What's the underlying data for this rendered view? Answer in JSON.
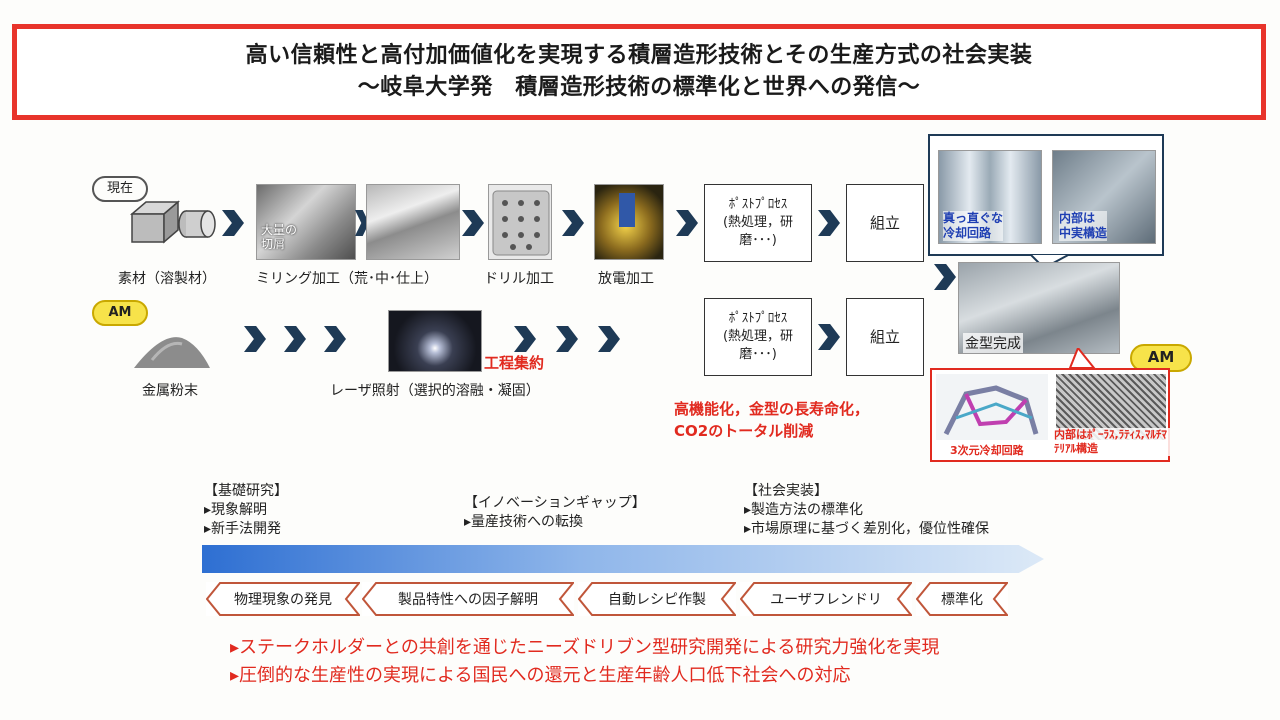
{
  "title": {
    "line1": "高い信頼性と高付加価値化を実現する積層造形技術とその生産方式の社会実装",
    "line2": "～岐阜大学発　積層造形技術の標準化と世界への発信～"
  },
  "current": {
    "badge": "現在",
    "steps": [
      {
        "label": "素材（溶製材）"
      },
      {
        "label": "ミリング加工（荒･中･仕上）",
        "overlay": "大量の\n切屑"
      },
      {
        "label": "ドリル加工"
      },
      {
        "label": "放電加工"
      }
    ],
    "post_process": "ﾎﾟｽﾄﾌﾟﾛｾｽ\n(熱処理，研\n磨･･･)",
    "assembly": "組立"
  },
  "am": {
    "badge": "AM",
    "powder_label": "金属粉末",
    "laser_label": "レーザ照射（選択的溶融・凝固）",
    "process_integration": "工程集約",
    "post_process": "ﾎﾟｽﾄﾌﾟﾛｾｽ\n(熱処理，研\n磨･･･)",
    "assembly": "組立",
    "benefits": "高機能化，金型の長寿命化，\nCO2のトータル削減"
  },
  "mold": {
    "label": "金型完成",
    "callout_current": {
      "left": "真っ直ぐな\n冷却回路",
      "right": "内部は\n中実構造"
    },
    "am_badge": "AM",
    "callout_am": {
      "left": "3次元冷却回路",
      "right": "内部はﾎﾟｰﾗｽ,ﾗﾃｨｽ,ﾏﾙﾁﾏﾃﾘｱﾙ構造"
    }
  },
  "phases": [
    {
      "title": "【基礎研究】",
      "items": [
        "▸現象解明",
        "▸新手法開発"
      ]
    },
    {
      "title": "【イノベーションギャップ】",
      "items": [
        "▸量産技術への転換"
      ]
    },
    {
      "title": "【社会実装】",
      "items": [
        "▸製造方法の標準化",
        "▸市場原理に基づく差別化，優位性確保"
      ]
    }
  ],
  "stages": [
    "物理現象の発見",
    "製品特性への因子解明",
    "自動レシピ作製",
    "ユーザフレンドリ",
    "標準化"
  ],
  "conclusions": [
    "▸ステークホルダーとの共創を通じたニーズドリブン型研究開発による研究力強化を実現",
    "▸圧倒的な生産性の実現による国民への還元と生産年齢人口低下社会への対応"
  ],
  "colors": {
    "accent_red": "#e12a1f",
    "chevron_navy": "#1e3a56",
    "badge_yellow": "#f7e34a"
  }
}
